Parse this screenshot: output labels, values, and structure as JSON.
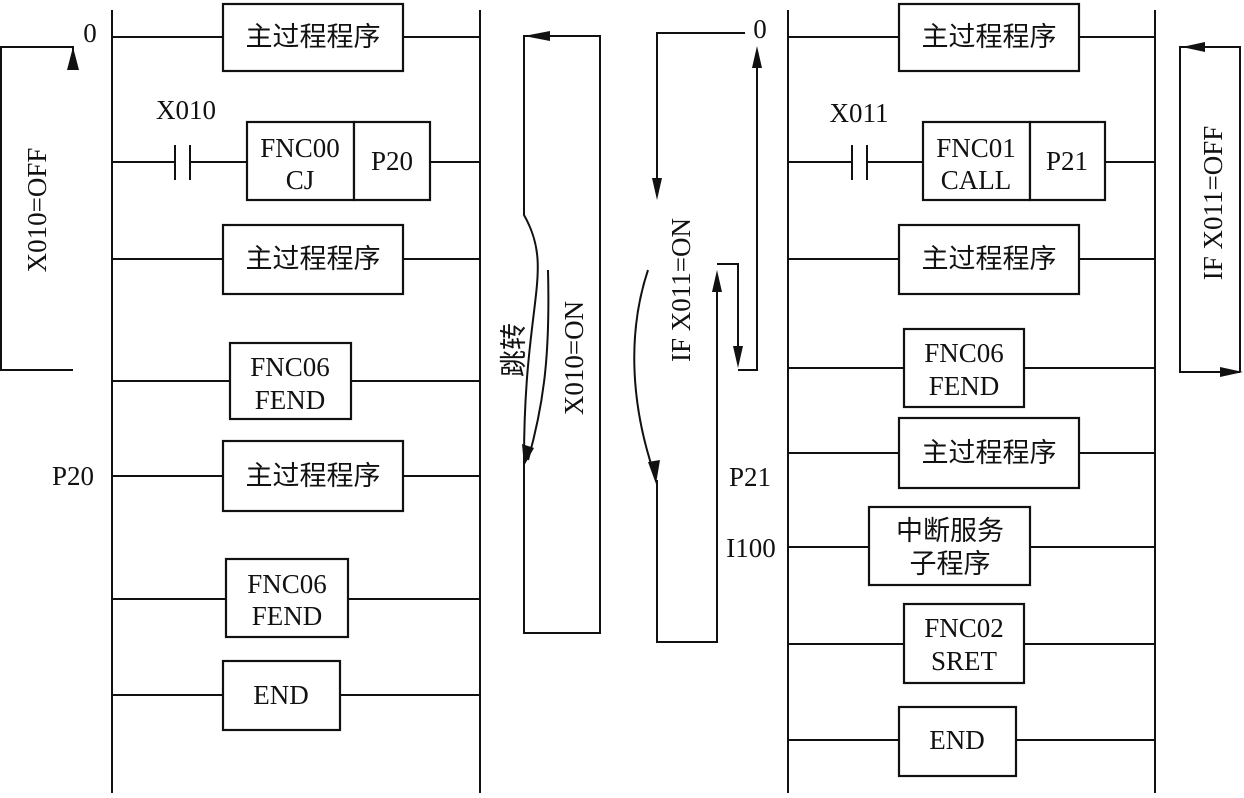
{
  "left_diagram": {
    "step_zero": "0",
    "contact_label": "X010",
    "jump_label": "P20",
    "boxes": {
      "main1": [
        "主过程程序"
      ],
      "cj_func": [
        "FNC00",
        "CJ"
      ],
      "cj_target": [
        "P20"
      ],
      "main2": [
        "主过程程序"
      ],
      "fend1": [
        "FNC06",
        "FEND"
      ],
      "main3": [
        "主过程程序"
      ],
      "fend2": [
        "FNC06",
        "FEND"
      ],
      "end": [
        "END"
      ]
    },
    "side_off_label": "X010=OFF",
    "jump_caption": "跳转",
    "side_on_label": "X010=ON"
  },
  "right_diagram": {
    "step_zero": "0",
    "contact_label": "X011",
    "sub_label": "P21",
    "interrupt_label": "I100",
    "boxes": {
      "main1": [
        "主过程程序"
      ],
      "call_func": [
        "FNC01",
        "CALL"
      ],
      "call_target": [
        "P21"
      ],
      "main2": [
        "主过程程序"
      ],
      "fend": [
        "FNC06",
        "FEND"
      ],
      "main3": [
        "主过程程序"
      ],
      "isr": [
        "中断服务",
        "子程序"
      ],
      "sret": [
        "FNC02",
        "SRET"
      ],
      "end": [
        "END"
      ]
    },
    "if_on_label": "IF X011=ON",
    "if_off_label": "IF X011=OFF"
  }
}
